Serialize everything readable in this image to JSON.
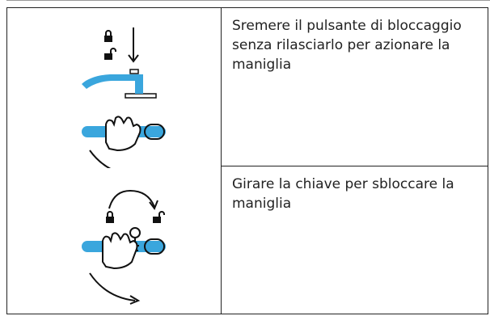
{
  "instructions": [
    {
      "text": "Sremere il pulsante di bloccaggio senza rilasciarlo per azionare la maniglia",
      "figure": "lock-button-press-illustration"
    },
    {
      "text": "Girare la chiave per sbloccare la maniglia",
      "figure": "key-unlock-illustration"
    }
  ],
  "colors": {
    "handle": "#3aa6dd",
    "line": "#111111"
  }
}
